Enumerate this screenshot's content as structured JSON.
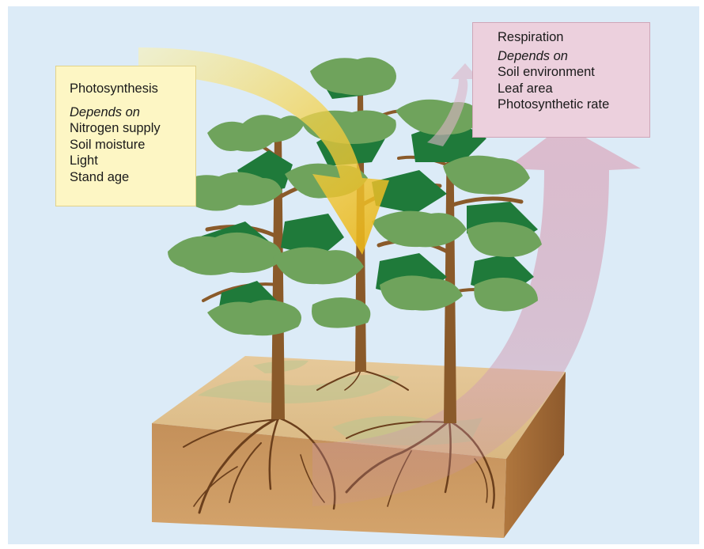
{
  "photosynthesis": {
    "title": "Photosynthesis",
    "depends_label": "Depends on",
    "factors": [
      "Nitrogen supply",
      "Soil moisture",
      "Light",
      "Stand age"
    ]
  },
  "respiration": {
    "title": "Respiration",
    "depends_label": "Depends on",
    "factors": [
      "Soil environment",
      "Leaf area",
      "Photosynthetic rate"
    ]
  },
  "colors": {
    "background": "#dcebf7",
    "photosynthesis_box": "#fdf6c4",
    "respiration_box": "#ecd0dd",
    "photosynthesis_arrow": "#f2c21a",
    "respiration_arrow": "#d9a9bd",
    "foliage_light": "#6fa35c",
    "foliage_dark": "#1f7a3a",
    "trunk": "#8a5a2a",
    "soil": "#c7925a"
  }
}
